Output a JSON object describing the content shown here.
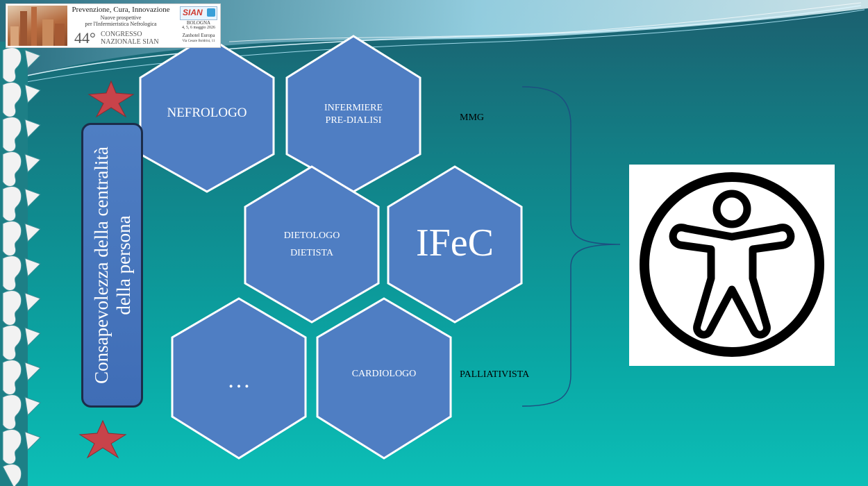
{
  "header": {
    "title": "Prevenzione, Cura, Innovazione",
    "subtitle_1": "Nuove prospettive",
    "subtitle_2": "per l'Infermieristica Nefrologica",
    "congress_number": "44°",
    "congress_line_1": "CONGRESSO",
    "congress_line_2": "NAZIONALE SIAN",
    "brand": "SIAN",
    "city": "BOLOGNA",
    "dates": "4, 5, 6 maggio 2026",
    "venue": "Zanhotel Europa",
    "address": "Via Cesare Boldrini, 11"
  },
  "awareness_label": "Consapevolezza della centralità della persona",
  "hexagons": {
    "nefrologo": "NEFROLOGO",
    "infermiere_1": "INFERMIERE",
    "infermiere_2": "PRE-DIALISI",
    "dietologo_1": "DIETOLOGO",
    "dietologo_2": "DIETISTA",
    "ifec": "IFeC",
    "ellipsis": "…",
    "cardiologo": "CARDIOLOGO"
  },
  "side_labels": {
    "mmg": "MMG",
    "palliativista": "PALLIATIVISTA"
  },
  "icons": {
    "accessibility": "universal-access-icon",
    "star": "red-star-icon"
  },
  "colors": {
    "hexagon_fill": "#4f7ec3",
    "hexagon_stroke": "#ffffff",
    "star": "#c8434a",
    "kidney_border": "#f2f2f2"
  }
}
